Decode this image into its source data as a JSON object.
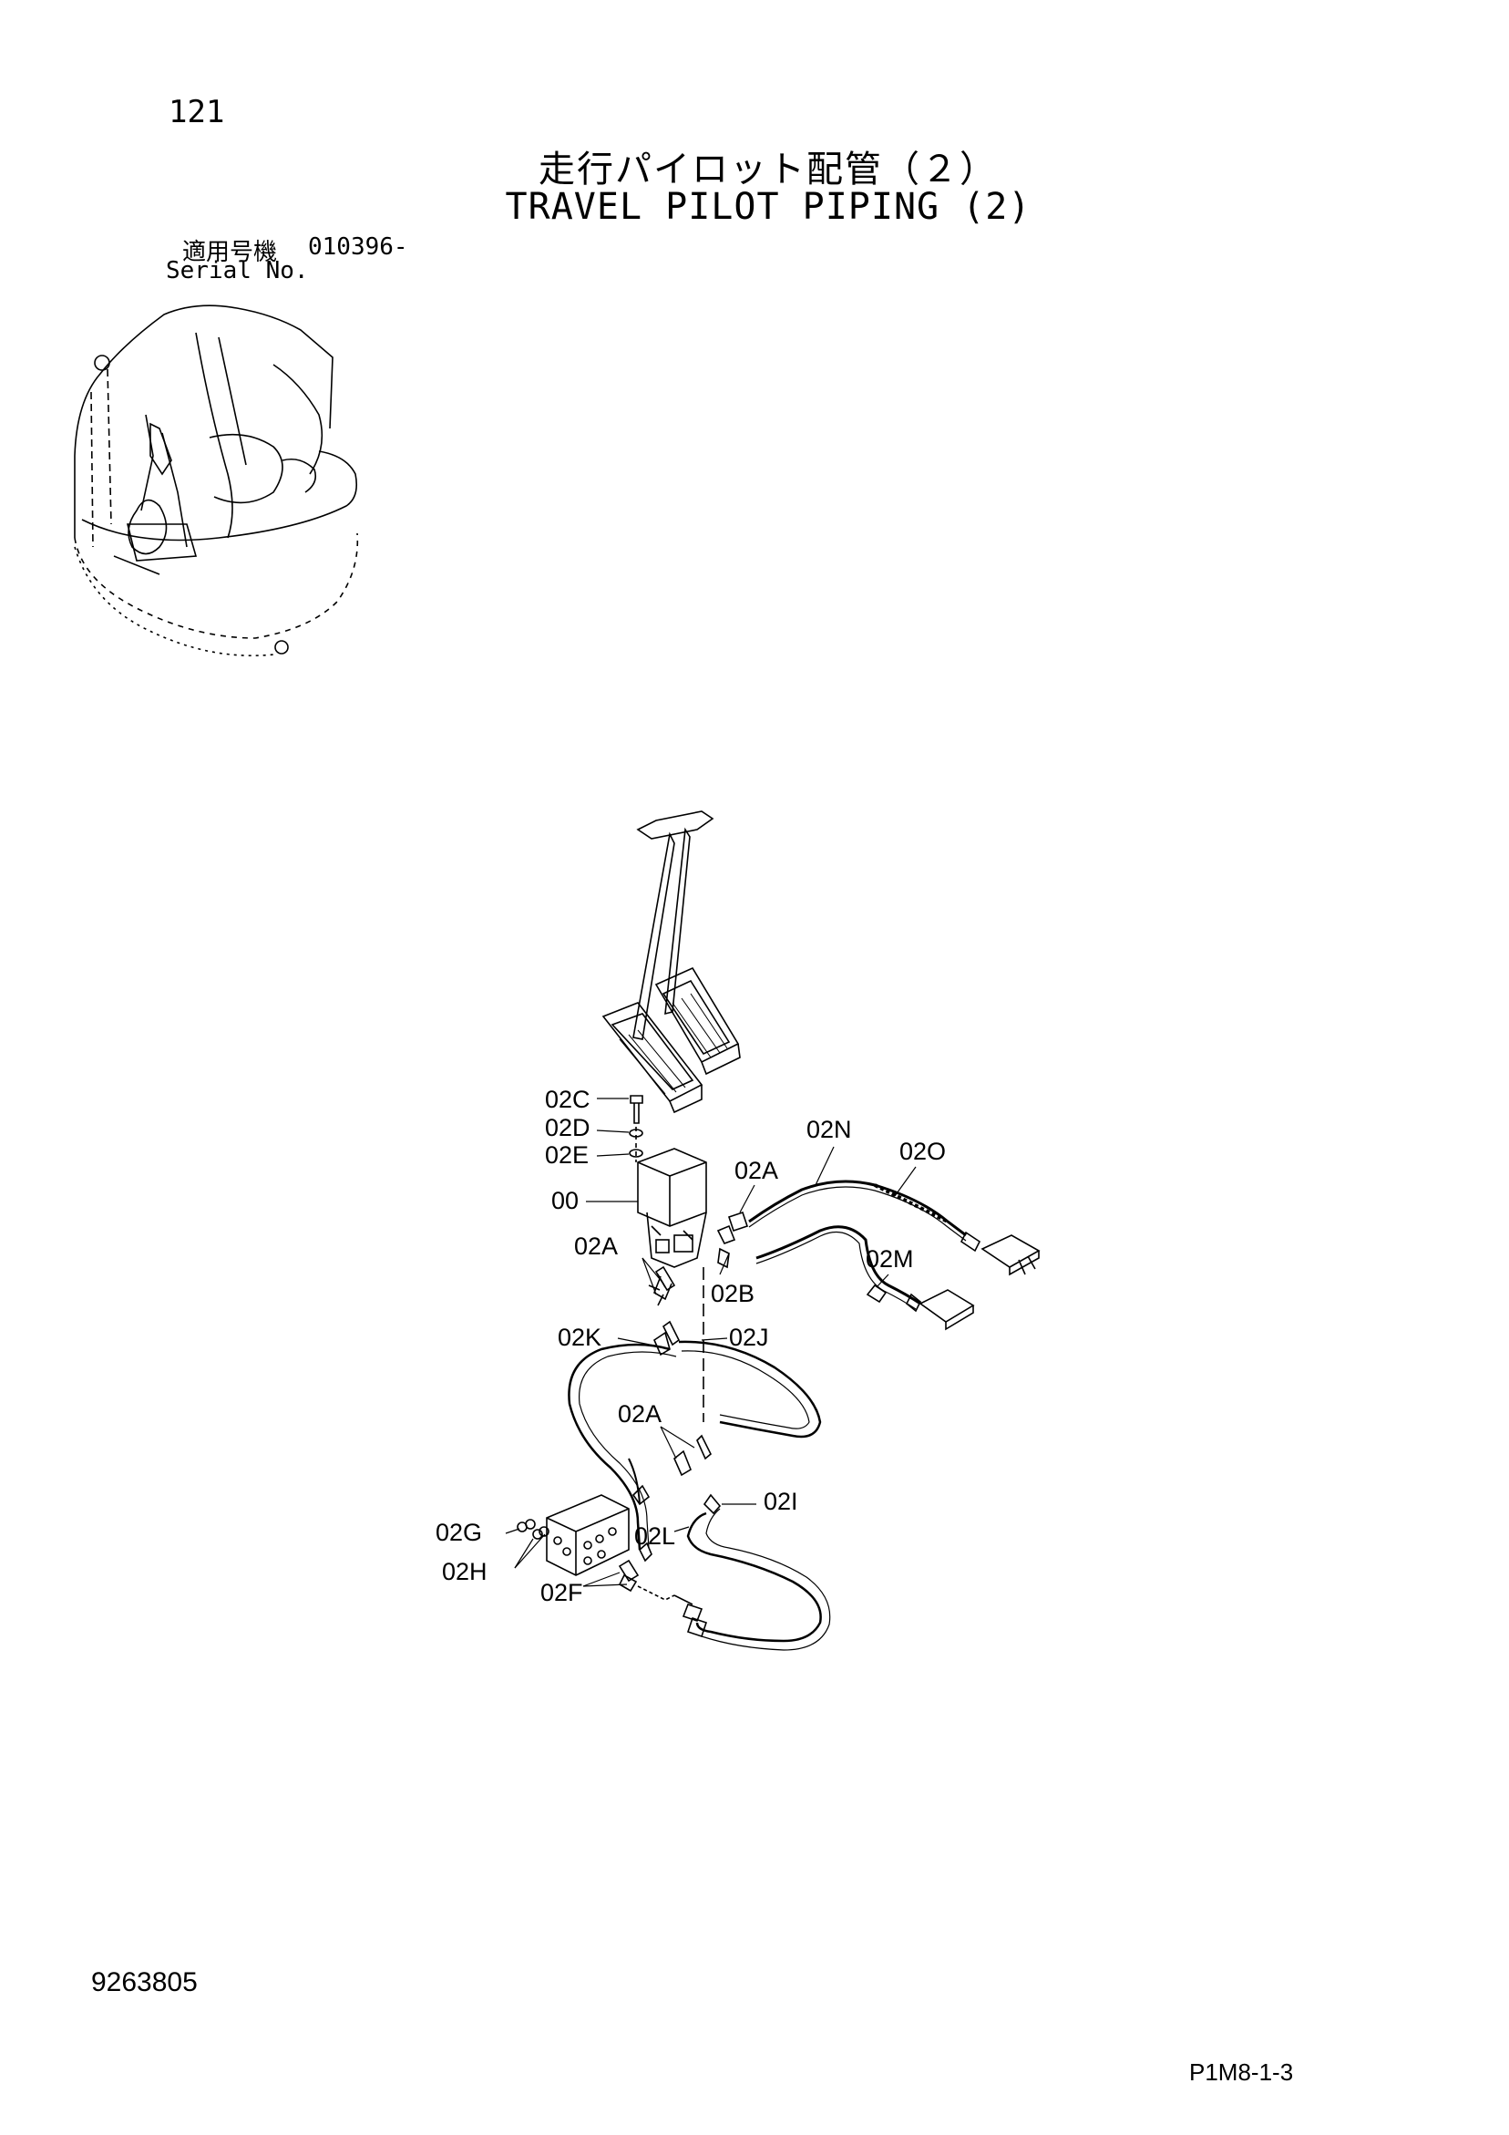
{
  "page": {
    "number": "121",
    "title_jp": "走行パイロット配管（２）",
    "title_en": "TRAVEL PILOT PIPING (2)",
    "serial_label_jp": "適用号機",
    "serial_value": "010396-",
    "serial_label_en": "Serial No.",
    "doc_number": "9263805",
    "page_code": "P1M8-1-3"
  },
  "callouts": {
    "c02C": "02C",
    "c02D": "02D",
    "c02E": "02E",
    "c00": "00",
    "c02A_1": "02A",
    "c02N": "02N",
    "c02O": "02O",
    "c02A_2": "02A",
    "c02M": "02M",
    "c02B": "02B",
    "c02K": "02K",
    "c02J": "02J",
    "c02A_3": "02A",
    "c02I": "02I",
    "c02G": "02G",
    "c02L": "02L",
    "c02H": "02H",
    "c02F": "02F"
  }
}
